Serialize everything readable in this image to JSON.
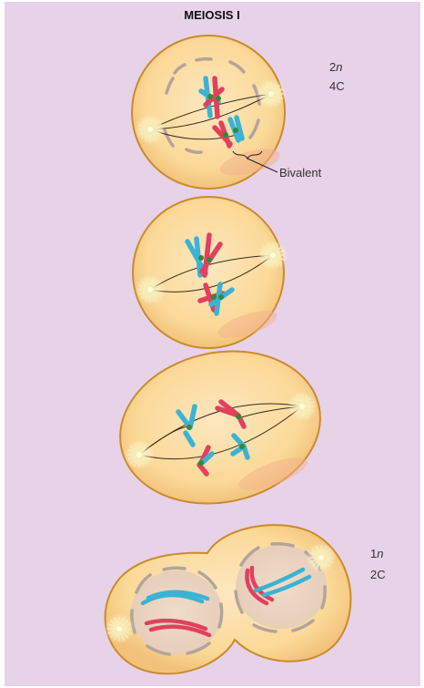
{
  "title": "MEIOSIS I",
  "labels": {
    "top_ploidy_num": "2",
    "top_ploidy_var": "n",
    "top_dna": "4C",
    "bivalent": "Bivalent",
    "bottom_ploidy_num": "1",
    "bottom_ploidy_var": "n",
    "bottom_dna": "2C"
  },
  "colors": {
    "background": "#e8d2e8",
    "cell_fill": "#fbdca0",
    "cell_border": "#c98b2e",
    "chromatid_red": "#e2405e",
    "chromatid_blue": "#3ab3d4",
    "centromere": "#2e8b3e",
    "spindle": "#3a2a1e",
    "nuclear_envelope": "#b3a49c"
  }
}
